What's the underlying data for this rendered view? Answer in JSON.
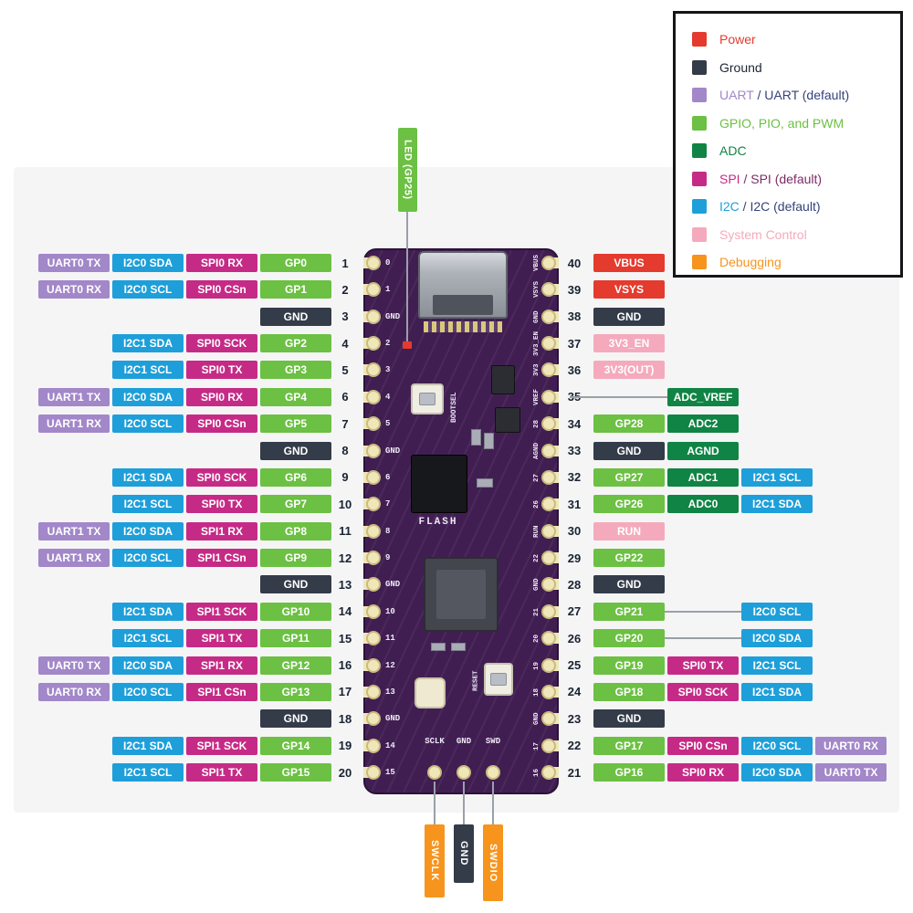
{
  "colors": {
    "power": "#e43b2e",
    "ground": "#343b49",
    "uart": "#a287c9",
    "gpio": "#6cc043",
    "adc": "#108444",
    "spi": "#c52b86",
    "i2c": "#1e9fd9",
    "system": "#f4aabc",
    "debug": "#f7941e",
    "ink": "#1d2634",
    "default_blue": "#35427c",
    "default_plum": "#7e2a66",
    "board": "#411e52",
    "board_edge": "#2c1238",
    "pad": "#efe7b8",
    "pad_ring": "#c9ba80",
    "pin_number": "#1a2332",
    "connector_line": "#9aa0a7",
    "silk": "#efe9f6"
  },
  "legend": {
    "items": [
      {
        "type": "power",
        "parts": [
          {
            "text": "Power",
            "color_key": "power"
          }
        ]
      },
      {
        "type": "ground",
        "parts": [
          {
            "text": "Ground",
            "color_key": "ink"
          }
        ]
      },
      {
        "type": "uart",
        "parts": [
          {
            "text": "UART",
            "color_key": "uart"
          },
          {
            "text": " / UART (default)",
            "color_key": "default_blue"
          }
        ]
      },
      {
        "type": "gpio",
        "parts": [
          {
            "text": "GPIO, PIO, and PWM",
            "color_key": "gpio"
          }
        ]
      },
      {
        "type": "adc",
        "parts": [
          {
            "text": "ADC",
            "color_key": "adc"
          }
        ]
      },
      {
        "type": "spi",
        "parts": [
          {
            "text": "SPI",
            "color_key": "spi"
          },
          {
            "text": " / SPI (default)",
            "color_key": "default_plum"
          }
        ]
      },
      {
        "type": "i2c",
        "parts": [
          {
            "text": "I2C",
            "color_key": "i2c"
          },
          {
            "text": " / I2C (default)",
            "color_key": "default_blue"
          }
        ]
      },
      {
        "type": "system",
        "parts": [
          {
            "text": "System Control",
            "color_key": "system"
          }
        ]
      },
      {
        "type": "debug",
        "parts": [
          {
            "text": "Debugging",
            "color_key": "debug"
          }
        ]
      }
    ]
  },
  "top_label": {
    "text": "LED (GP25)",
    "type": "gpio"
  },
  "bottom_labels": [
    {
      "text": "SWCLK",
      "type": "debug"
    },
    {
      "text": "GND",
      "type": "ground"
    },
    {
      "text": "SWDIO",
      "type": "debug"
    }
  ],
  "left_pins": [
    {
      "pin": 1,
      "labels": [
        {
          "text": "UART0 TX",
          "type": "uart"
        },
        {
          "text": "I2C0 SDA",
          "type": "i2c"
        },
        {
          "text": "SPI0 RX",
          "type": "spi"
        },
        {
          "text": "GP0",
          "type": "gpio"
        }
      ]
    },
    {
      "pin": 2,
      "labels": [
        {
          "text": "UART0 RX",
          "type": "uart"
        },
        {
          "text": "I2C0 SCL",
          "type": "i2c"
        },
        {
          "text": "SPI0 CSn",
          "type": "spi"
        },
        {
          "text": "GP1",
          "type": "gpio"
        }
      ]
    },
    {
      "pin": 3,
      "labels": [
        {
          "text": "GND",
          "type": "ground"
        }
      ]
    },
    {
      "pin": 4,
      "labels": [
        {
          "text": "I2C1 SDA",
          "type": "i2c"
        },
        {
          "text": "SPI0 SCK",
          "type": "spi"
        },
        {
          "text": "GP2",
          "type": "gpio"
        }
      ]
    },
    {
      "pin": 5,
      "labels": [
        {
          "text": "I2C1 SCL",
          "type": "i2c"
        },
        {
          "text": "SPI0 TX",
          "type": "spi"
        },
        {
          "text": "GP3",
          "type": "gpio"
        }
      ]
    },
    {
      "pin": 6,
      "labels": [
        {
          "text": "UART1 TX",
          "type": "uart"
        },
        {
          "text": "I2C0 SDA",
          "type": "i2c"
        },
        {
          "text": "SPI0 RX",
          "type": "spi"
        },
        {
          "text": "GP4",
          "type": "gpio"
        }
      ]
    },
    {
      "pin": 7,
      "labels": [
        {
          "text": "UART1 RX",
          "type": "uart"
        },
        {
          "text": "I2C0 SCL",
          "type": "i2c"
        },
        {
          "text": "SPI0 CSn",
          "type": "spi"
        },
        {
          "text": "GP5",
          "type": "gpio"
        }
      ]
    },
    {
      "pin": 8,
      "labels": [
        {
          "text": "GND",
          "type": "ground"
        }
      ]
    },
    {
      "pin": 9,
      "labels": [
        {
          "text": "I2C1 SDA",
          "type": "i2c"
        },
        {
          "text": "SPI0 SCK",
          "type": "spi"
        },
        {
          "text": "GP6",
          "type": "gpio"
        }
      ]
    },
    {
      "pin": 10,
      "labels": [
        {
          "text": "I2C1 SCL",
          "type": "i2c"
        },
        {
          "text": "SPI0 TX",
          "type": "spi"
        },
        {
          "text": "GP7",
          "type": "gpio"
        }
      ]
    },
    {
      "pin": 11,
      "labels": [
        {
          "text": "UART1 TX",
          "type": "uart"
        },
        {
          "text": "I2C0 SDA",
          "type": "i2c"
        },
        {
          "text": "SPI1 RX",
          "type": "spi"
        },
        {
          "text": "GP8",
          "type": "gpio"
        }
      ]
    },
    {
      "pin": 12,
      "labels": [
        {
          "text": "UART1 RX",
          "type": "uart"
        },
        {
          "text": "I2C0 SCL",
          "type": "i2c"
        },
        {
          "text": "SPI1 CSn",
          "type": "spi"
        },
        {
          "text": "GP9",
          "type": "gpio"
        }
      ]
    },
    {
      "pin": 13,
      "labels": [
        {
          "text": "GND",
          "type": "ground"
        }
      ]
    },
    {
      "pin": 14,
      "labels": [
        {
          "text": "I2C1 SDA",
          "type": "i2c"
        },
        {
          "text": "SPI1 SCK",
          "type": "spi"
        },
        {
          "text": "GP10",
          "type": "gpio"
        }
      ]
    },
    {
      "pin": 15,
      "labels": [
        {
          "text": "I2C1 SCL",
          "type": "i2c"
        },
        {
          "text": "SPI1 TX",
          "type": "spi"
        },
        {
          "text": "GP11",
          "type": "gpio"
        }
      ]
    },
    {
      "pin": 16,
      "labels": [
        {
          "text": "UART0 TX",
          "type": "uart"
        },
        {
          "text": "I2C0 SDA",
          "type": "i2c"
        },
        {
          "text": "SPI1 RX",
          "type": "spi"
        },
        {
          "text": "GP12",
          "type": "gpio"
        }
      ]
    },
    {
      "pin": 17,
      "labels": [
        {
          "text": "UART0 RX",
          "type": "uart"
        },
        {
          "text": "I2C0 SCL",
          "type": "i2c"
        },
        {
          "text": "SPI1 CSn",
          "type": "spi"
        },
        {
          "text": "GP13",
          "type": "gpio"
        }
      ]
    },
    {
      "pin": 18,
      "labels": [
        {
          "text": "GND",
          "type": "ground"
        }
      ]
    },
    {
      "pin": 19,
      "labels": [
        {
          "text": "I2C1 SDA",
          "type": "i2c"
        },
        {
          "text": "SPI1 SCK",
          "type": "spi"
        },
        {
          "text": "GP14",
          "type": "gpio"
        }
      ]
    },
    {
      "pin": 20,
      "labels": [
        {
          "text": "I2C1 SCL",
          "type": "i2c"
        },
        {
          "text": "SPI1 TX",
          "type": "spi"
        },
        {
          "text": "GP15",
          "type": "gpio"
        }
      ]
    }
  ],
  "right_pins": [
    {
      "pin": 40,
      "labels": [
        {
          "text": "VBUS",
          "type": "power"
        }
      ]
    },
    {
      "pin": 39,
      "labels": [
        {
          "text": "VSYS",
          "type": "power"
        }
      ]
    },
    {
      "pin": 38,
      "labels": [
        {
          "text": "GND",
          "type": "ground"
        }
      ]
    },
    {
      "pin": 37,
      "labels": [
        {
          "text": "3V3_EN",
          "type": "system"
        }
      ]
    },
    {
      "pin": 36,
      "labels": [
        {
          "text": "3V3(OUT)",
          "type": "system"
        }
      ]
    },
    {
      "pin": 35,
      "labels": [
        {
          "text": "ADC_VREF",
          "type": "adc",
          "col": 1
        }
      ]
    },
    {
      "pin": 34,
      "labels": [
        {
          "text": "GP28",
          "type": "gpio"
        },
        {
          "text": "ADC2",
          "type": "adc"
        }
      ]
    },
    {
      "pin": 33,
      "labels": [
        {
          "text": "GND",
          "type": "ground"
        },
        {
          "text": "AGND",
          "type": "adc"
        }
      ]
    },
    {
      "pin": 32,
      "labels": [
        {
          "text": "GP27",
          "type": "gpio"
        },
        {
          "text": "ADC1",
          "type": "adc"
        },
        {
          "text": "I2C1 SCL",
          "type": "i2c"
        }
      ]
    },
    {
      "pin": 31,
      "labels": [
        {
          "text": "GP26",
          "type": "gpio"
        },
        {
          "text": "ADC0",
          "type": "adc"
        },
        {
          "text": "I2C1 SDA",
          "type": "i2c"
        }
      ]
    },
    {
      "pin": 30,
      "labels": [
        {
          "text": "RUN",
          "type": "system"
        }
      ]
    },
    {
      "pin": 29,
      "labels": [
        {
          "text": "GP22",
          "type": "gpio"
        }
      ]
    },
    {
      "pin": 28,
      "labels": [
        {
          "text": "GND",
          "type": "ground"
        }
      ]
    },
    {
      "pin": 27,
      "labels": [
        {
          "text": "GP21",
          "type": "gpio"
        },
        {
          "text": "I2C0 SCL",
          "type": "i2c",
          "col": 2
        }
      ]
    },
    {
      "pin": 26,
      "labels": [
        {
          "text": "GP20",
          "type": "gpio"
        },
        {
          "text": "I2C0 SDA",
          "type": "i2c",
          "col": 2
        }
      ]
    },
    {
      "pin": 25,
      "labels": [
        {
          "text": "GP19",
          "type": "gpio"
        },
        {
          "text": "SPI0 TX",
          "type": "spi"
        },
        {
          "text": "I2C1 SCL",
          "type": "i2c"
        }
      ]
    },
    {
      "pin": 24,
      "labels": [
        {
          "text": "GP18",
          "type": "gpio"
        },
        {
          "text": "SPI0 SCK",
          "type": "spi"
        },
        {
          "text": "I2C1 SDA",
          "type": "i2c"
        }
      ]
    },
    {
      "pin": 23,
      "labels": [
        {
          "text": "GND",
          "type": "ground"
        }
      ]
    },
    {
      "pin": 22,
      "labels": [
        {
          "text": "GP17",
          "type": "gpio"
        },
        {
          "text": "SPI0 CSn",
          "type": "spi"
        },
        {
          "text": "I2C0 SCL",
          "type": "i2c"
        },
        {
          "text": "UART0 RX",
          "type": "uart"
        }
      ]
    },
    {
      "pin": 21,
      "labels": [
        {
          "text": "GP16",
          "type": "gpio"
        },
        {
          "text": "SPI0 RX",
          "type": "spi"
        },
        {
          "text": "I2C0 SDA",
          "type": "i2c"
        },
        {
          "text": "UART0 TX",
          "type": "uart"
        }
      ]
    }
  ],
  "board": {
    "silk_left": [
      "0",
      "1",
      "GND",
      "2",
      "3",
      "4",
      "5",
      "GND",
      "6",
      "7",
      "8",
      "9",
      "GND",
      "10",
      "11",
      "12",
      "13",
      "GND",
      "14",
      "15"
    ],
    "silk_right": [
      "VBUS",
      "VSYS",
      "GND",
      "3V3_EN",
      "3V3",
      "VREF",
      "28",
      "AGND",
      "27",
      "26",
      "RUN",
      "22",
      "GND",
      "21",
      "20",
      "19",
      "18",
      "GND",
      "17",
      "16"
    ],
    "silk_bottom": [
      "SCLK",
      "GND",
      "SWD"
    ],
    "bootsel_label": "BOOTSEL",
    "flash_label": "FLASH",
    "reset_label": "RESET"
  }
}
